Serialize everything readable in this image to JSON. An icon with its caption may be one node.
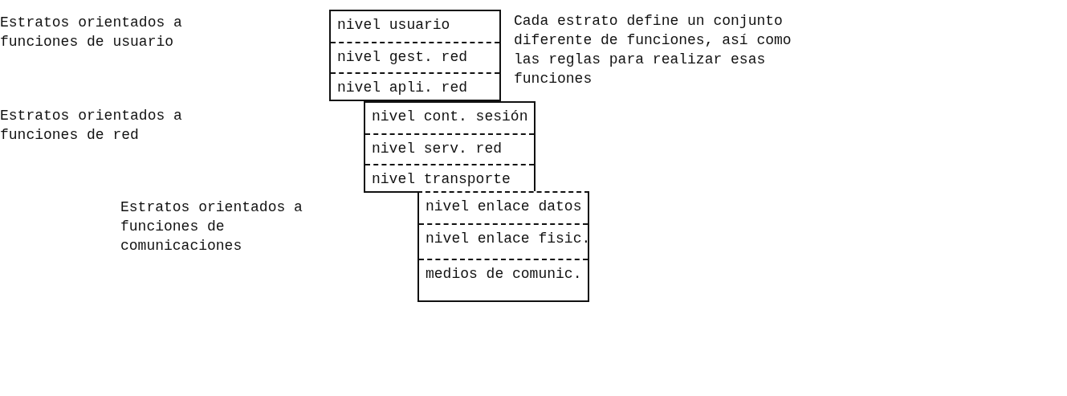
{
  "diagram": {
    "nodes": [
      {
        "text": [],
        "shape": "box"
      },
      {
        "text": [
          "nivel usuario"
        ],
        "in": 0
      },
      {
        "text": [
          "nivel gest. red"
        ],
        "in": 0
      },
      {
        "text": [
          "nivel apli. red"
        ],
        "in": 0
      },
      {
        "text": [],
        "shape": "box"
      },
      {
        "text": [
          "nivel cont. sesión"
        ],
        "in": 4
      },
      {
        "text": [
          "nivel serv. red"
        ],
        "in": 4
      },
      {
        "text": [
          "nivel transporte"
        ],
        "in": 4
      },
      {
        "text": [],
        "shape": "box"
      },
      {
        "text": [
          "nivel enlace datos"
        ],
        "in": 8
      },
      {
        "text": [
          "nivel enlace fisic."
        ],
        "in": 8
      },
      {
        "text": [
          "medios de comunic."
        ],
        "in": 8
      }
    ],
    "edges": [],
    "labels": [
      "Estratos orientados a funciones de usuario",
      "Cada estrato define un conjunto diferente de funciones, así como las reglas para realizar esas funciones",
      "Estratos orientados a funciones de red",
      "Estratos orientados a funciones de comunicaciones"
    ]
  }
}
